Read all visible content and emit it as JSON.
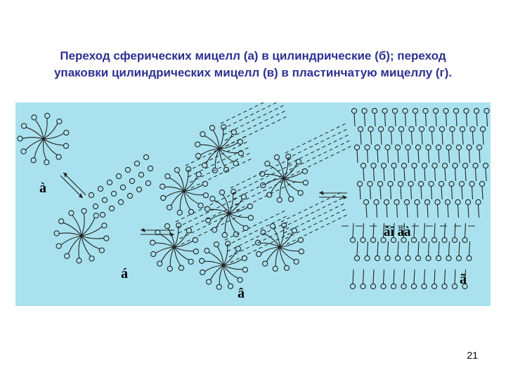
{
  "slide": {
    "title_line1": "Переход сферических мицелл (а) в цилиндрические (б); переход",
    "title_line2": "упаковки цилиндрических мицелл (в) в пластинчатую мицеллу (г).",
    "page_number": "21"
  },
  "figure": {
    "background": "#a9e2ee",
    "ink": "#222222",
    "labels": {
      "a": "à",
      "b": "á",
      "v": "â",
      "g": "ã",
      "interface": "âî äà"
    },
    "icons": [
      "double-arrow-icon",
      "micelle-icon",
      "surfactant-molecule-icon"
    ]
  }
}
